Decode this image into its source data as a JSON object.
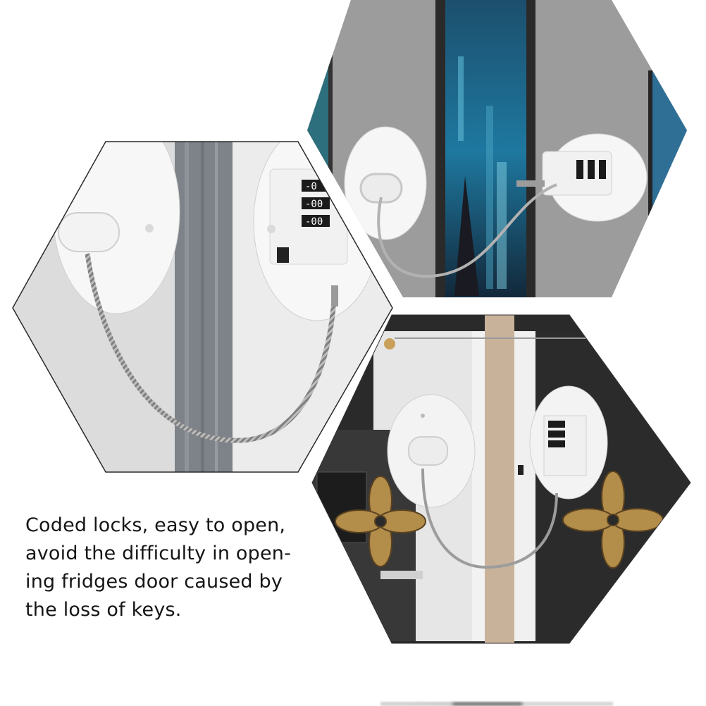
{
  "image": {
    "description": "Fridge door combination lock product photo collage in three hexagon panels",
    "background_color": "#ffffff"
  },
  "panels": [
    {
      "id": "left",
      "scene": "Close-up of white cable lock on fridge doors with silver cable",
      "dial_digits": [
        "0",
        "0",
        "0"
      ],
      "colors": {
        "background": "#e9e9e9",
        "door_gap": "#7d8288",
        "plate": "#f6f6f6",
        "cable": "#a9a9a9"
      }
    },
    {
      "id": "top-right",
      "scene": "Lock installed on silver sparkle fridge doors with city skyline gap",
      "dial_digits": [
        "0",
        "0",
        "0"
      ],
      "colors": {
        "background": "#9b9b9b",
        "city": "#1f6a8f",
        "plate": "#f4f4f4",
        "cable": "#b0b0b0"
      }
    },
    {
      "id": "bottom-right",
      "scene": "Lock installed on mirrored cabinet doors with gold floral ornaments",
      "dial_digits": [
        "0",
        "0",
        "0"
      ],
      "colors": {
        "background": "#2c2c2c",
        "mirror": "#e8e8e8",
        "frame": "#c9b29a",
        "ornament": "#b08a45",
        "plate": "#f3f3f3"
      }
    }
  ],
  "caption": {
    "lines": [
      "Coded locks, easy to open,",
      "avoid the difficulty in open-",
      "ing fridges door caused by",
      "the loss of keys."
    ],
    "color": "#151515"
  }
}
